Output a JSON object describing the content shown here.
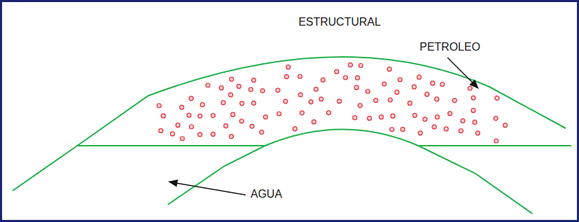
{
  "diagram": {
    "title": "ESTRUCTURAL",
    "labels": [
      "PETROLEO",
      "AGUA"
    ]
  }
}
